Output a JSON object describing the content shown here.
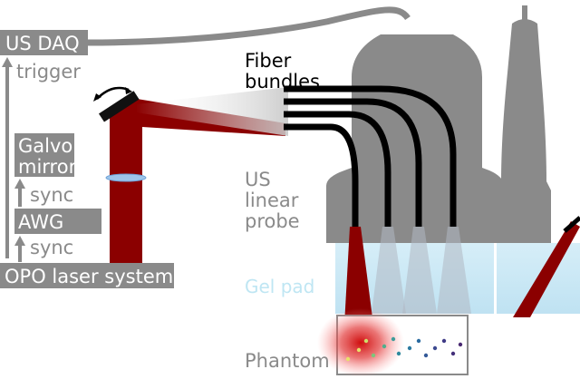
{
  "labels": {
    "us_daq": "US DAQ",
    "trigger": "trigger",
    "galvo_line1": "Galvo",
    "galvo_line2": "mirror",
    "sync_upper": "sync",
    "awg": "AWG",
    "sync_lower": "sync",
    "opo": "OPO laser system",
    "fiber_line1": "Fiber",
    "fiber_line2": "bundles",
    "probe_line1": "US",
    "probe_line2": "linear",
    "probe_line3": "probe",
    "gel_pad": "Gel pad",
    "phantom": "Phantom"
  },
  "colors": {
    "gray_box": "#8a8a8a",
    "laser": "#8b0000",
    "probe": "#8a8a8a",
    "gel": "#cde9f5",
    "fiber": "#000000"
  },
  "icons": {
    "rotation": "double-arrow-rotation-icon"
  }
}
